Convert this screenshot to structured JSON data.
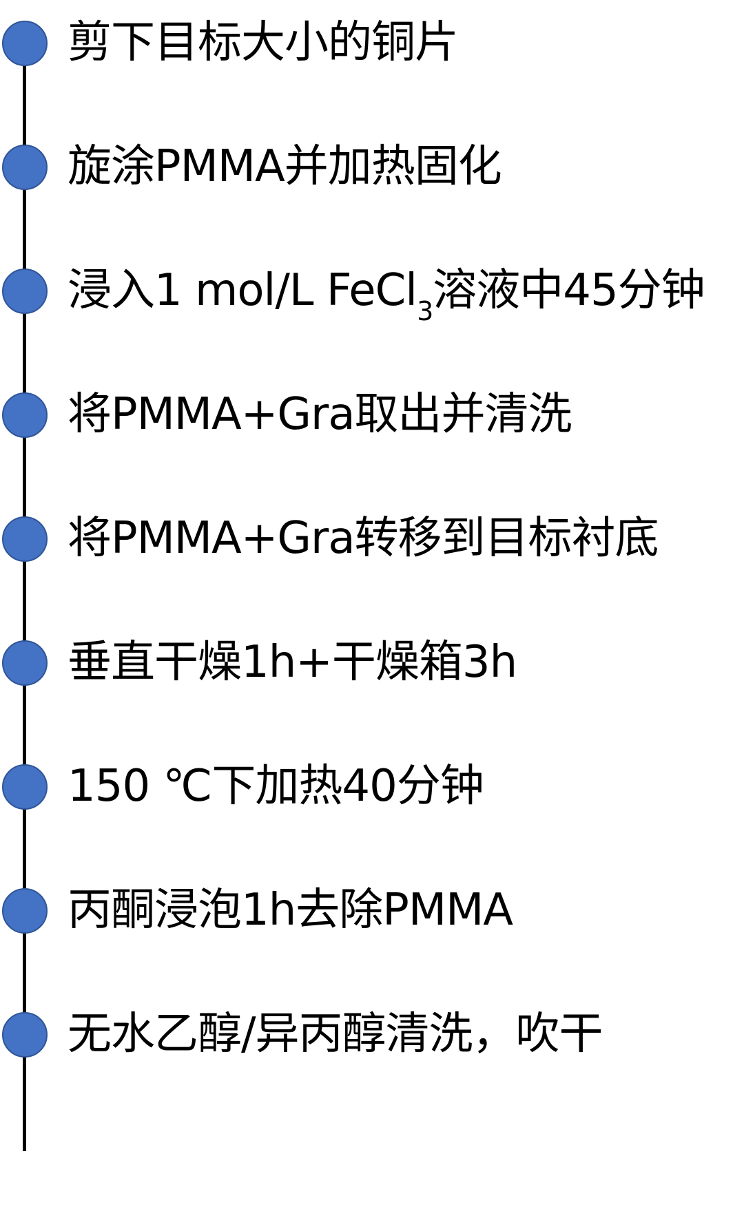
{
  "steps": [
    {
      "text": "剪下目标大小的铜片"
    },
    {
      "text": "旋涂PMMA并加热固化"
    },
    {
      "text_before": "浸入1 mol/L FeCl",
      "subscript": "3",
      "text_after": "溶液中45分钟"
    },
    {
      "text": "将PMMA+Gra取出并清洗"
    },
    {
      "text": "将PMMA+Gra转移到目标衬底"
    },
    {
      "text": "垂直干燥1h+干燥箱3h"
    },
    {
      "text": "150 ℃下加热40分钟"
    },
    {
      "text": "丙酮浸泡1h去除PMMA"
    },
    {
      "text": "无水乙醇/异丙醇清洗，吹干"
    }
  ],
  "colors": {
    "dot_fill": "#4472C4",
    "dot_border": "#2F5597",
    "line": "#000000",
    "text": "#000000"
  }
}
